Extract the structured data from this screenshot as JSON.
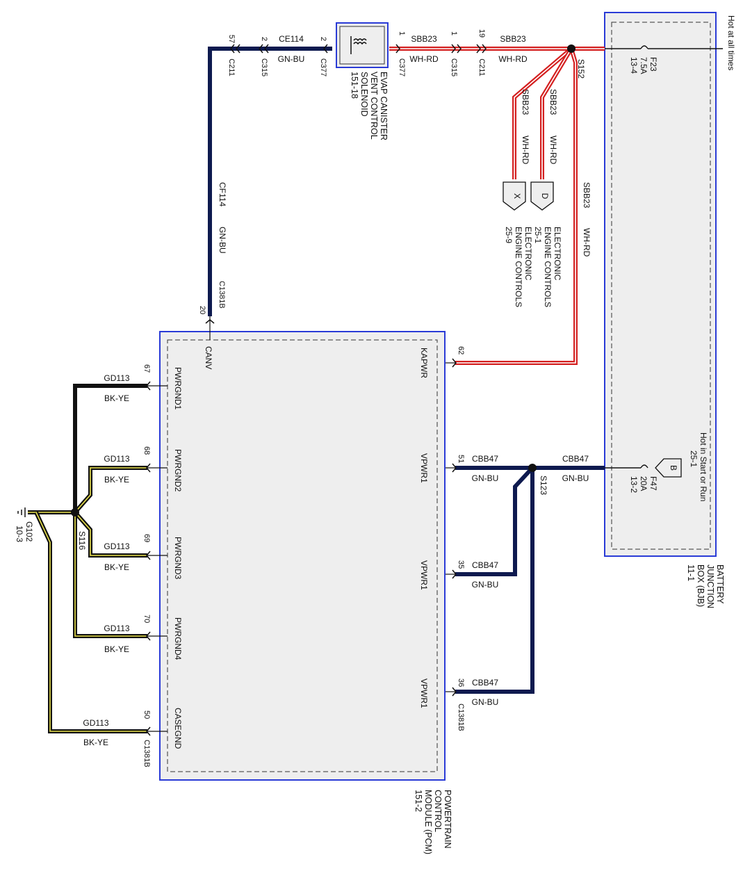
{
  "wires": {
    "ce114": "CE114",
    "cf114": "CF114",
    "sbb23": "SBB23",
    "cbb47": "CBB47",
    "gd113": "GD113",
    "gn_bu": "GN-BU",
    "wh_rd": "WH-RD",
    "bk_ye": "BK-YE"
  },
  "connectors": {
    "c211": "C211",
    "c315": "C315",
    "c377": "C377",
    "c1381b": "C1381B"
  },
  "pins": {
    "p57": "57",
    "p2": "2",
    "p1": "1",
    "p19": "19",
    "p20": "20",
    "p62": "62",
    "p51": "51",
    "p35": "35",
    "p36": "36",
    "p67": "67",
    "p68": "68",
    "p69": "69",
    "p70": "70",
    "p50": "50"
  },
  "splices": {
    "s152": "S152",
    "s123": "S123",
    "s116": "S116"
  },
  "ground": {
    "name": "G102",
    "ref": "10-3"
  },
  "solenoid": {
    "lines": [
      "EVAP CANISTER",
      "VENT CONTROL",
      "SOLENOID",
      "151-18"
    ]
  },
  "bjb": {
    "hot_at_all_times": "Hot at all times",
    "hot_in_start": [
      "Hot in Start or Run",
      "25-1"
    ],
    "fuse_f23": [
      "F23",
      "7.5A",
      "13-4"
    ],
    "fuse_f47": [
      "F47",
      "20A",
      "13-2"
    ],
    "badge": "B",
    "lines": [
      "BATTERY",
      "JUNCTION",
      "BOX (BJB)",
      "11-1"
    ]
  },
  "pcm": {
    "lines": [
      "POWERTRAIN",
      "CONTROL",
      "MODULE (PCM)",
      "151-2"
    ],
    "pins": {
      "canv": "CANV",
      "kapwr": "KAPWR",
      "vpwr1": "VPWR1",
      "pwrgnd1": "PWRGND1",
      "pwrgnd2": "PWRGND2",
      "pwrgnd3": "PWRGND3",
      "pwrgnd4": "PWRGND4",
      "casegnd": "CASEGND"
    }
  },
  "references": {
    "x": {
      "badge": "X",
      "lines": [
        "ELECTRONIC",
        "ENGINE CONTROLS",
        "25-9"
      ]
    },
    "d": {
      "badge": "D",
      "lines": [
        "ELECTRONIC",
        "ENGINE CONTROLS",
        "25-1"
      ]
    }
  },
  "colors": {
    "gn_bu": "#0e1a4f",
    "wh_rd_red": "#d42020",
    "bk_ye_black": "#111111",
    "bk_ye_yellow": "#e8e04a",
    "frame_blue": "#2a3bd6",
    "module_fill": "#eeeeee"
  }
}
